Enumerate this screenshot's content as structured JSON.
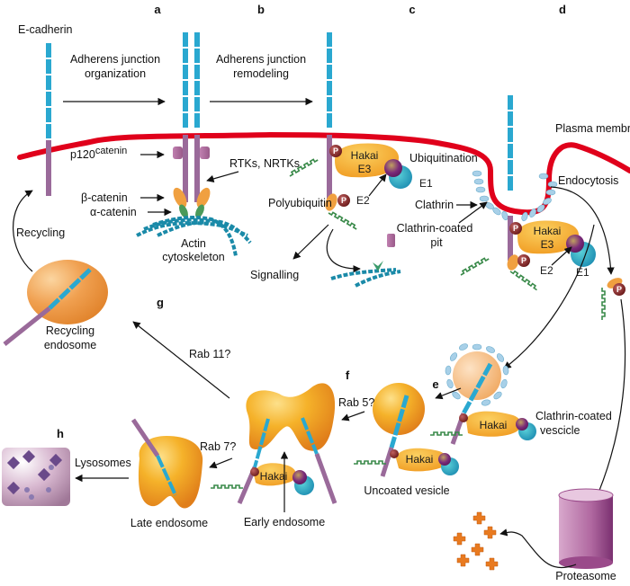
{
  "title": "E-cadherin trafficking: adherens junction remodeling, ubiquitination by Hakai, endocytosis and recycling",
  "panels": {
    "a": "a",
    "b": "b",
    "c": "c",
    "d": "d",
    "e": "e",
    "f": "f",
    "g": "g",
    "h": "h"
  },
  "labels": {
    "e_cadherin": "E-cadherin",
    "aj_organization_1": "Adherens junction",
    "aj_organization_2": "organization",
    "aj_remodeling_1": "Adherens junction",
    "aj_remodeling_2": "remodeling",
    "plasma_membrane": "Plasma membrane",
    "p120_prefix": "p120",
    "p120_suffix": "catenin",
    "rtks": "RTKs, NRTKs",
    "beta_catenin": "β-catenin",
    "alpha_catenin": "α-catenin",
    "actin_1": "Actin",
    "actin_2": "cytoskeleton",
    "polyubiquitin": "Polyubiquitin",
    "signalling": "Signalling",
    "ubiquitination": "Ubiquitination",
    "clathrin": "Clathrin",
    "ccp_1": "Clathrin-coated",
    "ccp_2": "pit",
    "endocytosis": "Endocytosis",
    "recycling": "Recycling",
    "recycling_endosome_1": "Recycling",
    "recycling_endosome_2": "endosome",
    "rab11": "Rab 11?",
    "rab5": "Rab 5?",
    "rab7": "Rab 7?",
    "ccv_1": "Clathrin-coated",
    "ccv_2": "vescicle",
    "uncoated_vesicle": "Uncoated vesicle",
    "early_endosome": "Early endosome",
    "late_endosome": "Late endosome",
    "lysosomes": "Lysosomes",
    "proteasome": "Proteasome"
  },
  "proteins": {
    "hakai": "Hakai",
    "e3": "E3",
    "e1": "E1",
    "e2": "E2",
    "phospho": "P"
  },
  "colors": {
    "membrane": "#e0001b",
    "cadherin_ecto": "#2aa8d0",
    "cadherin_cyto": "#9a6a9a",
    "endosome": "#f0a020",
    "hakai": "#f0a828",
    "ubiquitin": "#3a8a4a",
    "phospho": "#7a2a2a",
    "lysosome": "#b890b0",
    "proteasome": "#a0508a"
  }
}
